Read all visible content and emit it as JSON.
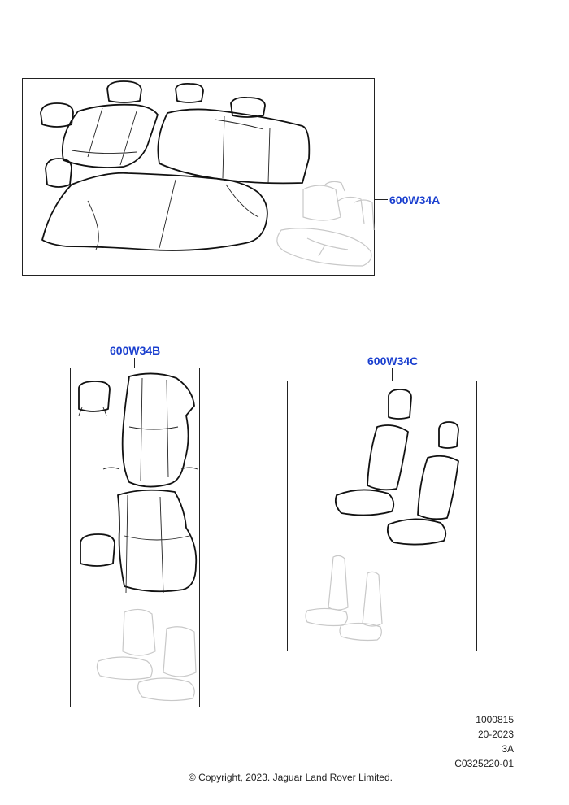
{
  "callouts": {
    "a": "600W34A",
    "b": "600W34B",
    "c": "600W34C"
  },
  "reference": {
    "line1": "1000815",
    "line2": "20-2023",
    "line3": "3A",
    "line4": "C0325220-01"
  },
  "copyright": "© Copyright, 2023. Jaguar Land Rover Limited.",
  "colors": {
    "callout": "#1a3fcf",
    "ink": "#111111",
    "ghost": "#c8c8c8"
  }
}
